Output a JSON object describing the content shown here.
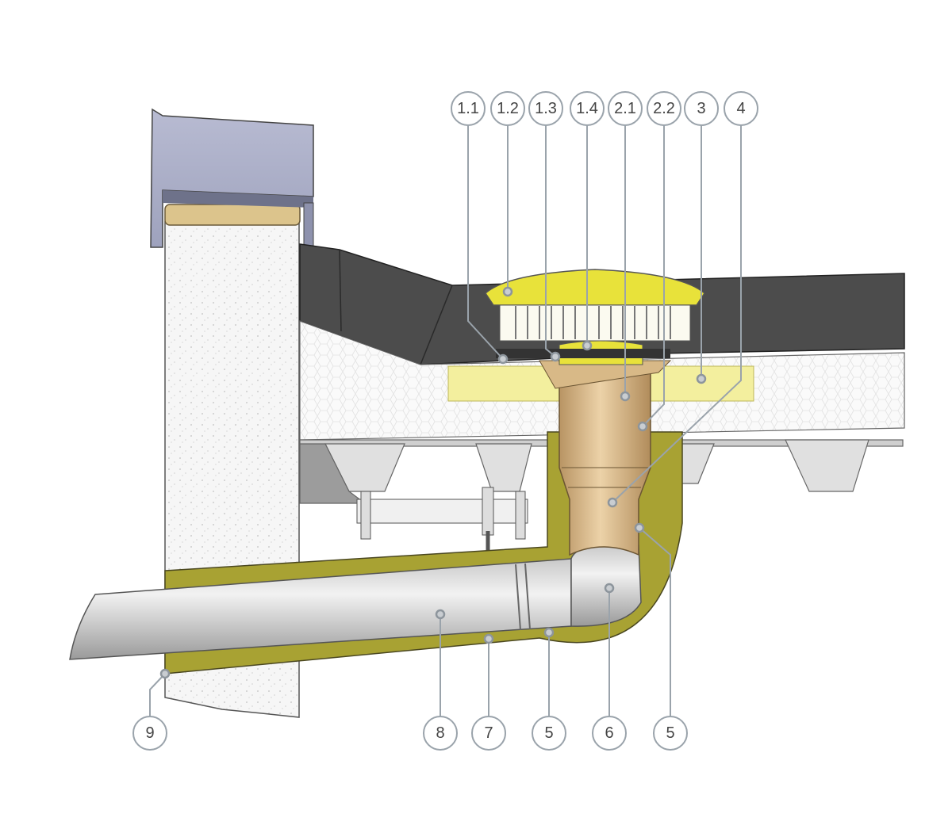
{
  "title": "Roof drain installation cross-section",
  "callouts_top": [
    "1.1",
    "1.2",
    "1.3",
    "1.4",
    "2.1",
    "2.2",
    "3",
    "4"
  ],
  "callouts_bottom": [
    "9",
    "8",
    "7",
    "5",
    "6",
    "5"
  ],
  "colors": {
    "drain_yellow": "#e8e23a",
    "pipe_tan": "#d9b88a",
    "insulation_green": "#a8a233",
    "membrane": "#4a4a4a",
    "cap": "#a9adc6",
    "callout_stroke": "#9aa3ab"
  }
}
